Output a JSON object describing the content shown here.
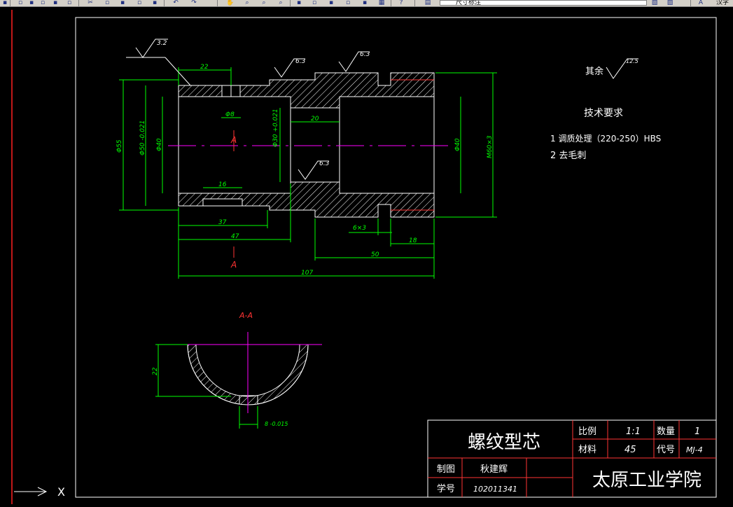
{
  "toolbar": {
    "style_combo": "尺寸标注",
    "right_label": "汉字"
  },
  "drawing": {
    "colors": {
      "green": "#00ff00",
      "white": "#ffffff",
      "magenta": "#ff00ff",
      "red": "#ff3333",
      "hatch": "#ffffff"
    },
    "roughness": {
      "r1": "3.2",
      "r2": "6.3",
      "r3": "6.3",
      "r4": "6.3",
      "rest": "12.5",
      "rest_label": "其余"
    },
    "dims": {
      "d22": "22",
      "d8": "Φ8",
      "d20": "20",
      "d16": "16",
      "d37": "37",
      "d47": "47",
      "d50": "50",
      "d107": "107",
      "d18": "18",
      "d6x3": "6×3",
      "dia55": "Φ55",
      "dia50": "Φ50 -0.021",
      "dia40a": "Φ40",
      "dia30": "Φ30 +0.021",
      "dia40b": "Φ40",
      "m60": "M60×3",
      "sec22": "22",
      "sec8": "8 -0.015"
    },
    "section_mark_top": "A",
    "section_mark_bottom": "A",
    "section_title": "A-A",
    "tech_title": "技术要求",
    "tech_items": [
      "1 调质处理（220-250）HBS",
      "2 去毛刺"
    ]
  },
  "title_block": {
    "part_name": "螺纹型芯",
    "scale_label": "比例",
    "scale_value": "1:1",
    "qty_label": "数量",
    "qty_value": "1",
    "material_label": "材料",
    "material_value": "45",
    "code_label": "代号",
    "code_value": "MJ-4",
    "drawn_label": "制图",
    "drawn_value": "秋建辉",
    "id_label": "学号",
    "id_value": "102011341",
    "school": "太原工业学院"
  },
  "ucs_label": "X"
}
